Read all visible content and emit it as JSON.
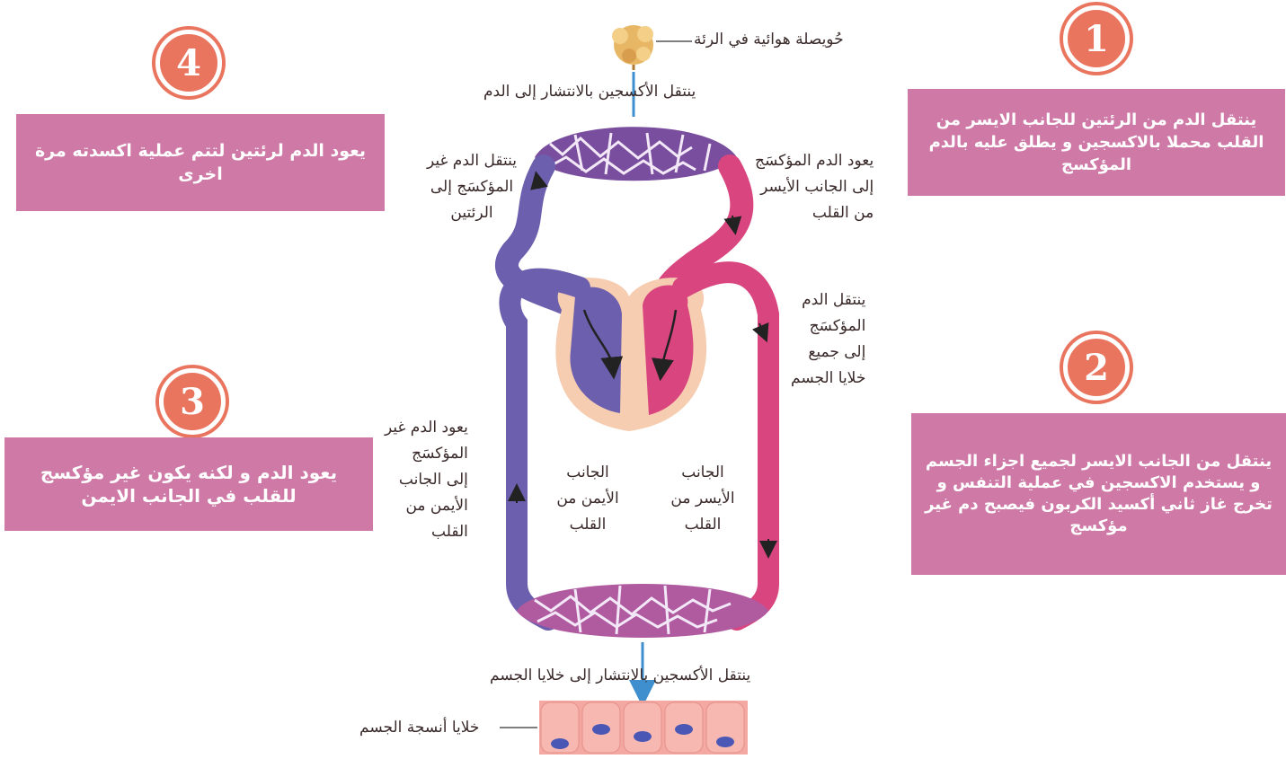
{
  "steps": [
    {
      "number": "1",
      "text": "ينتقل الدم من الرئتين للجانب الايسر من القلب محملا بالاكسجين و يطلق عليه بالدم المؤكسج"
    },
    {
      "number": "2",
      "text": "ينتقل من الجانب الايسر لجميع اجزاء الجسم و يستخدم الاكسجين في عملية التنفس و تخرج غاز ثاني أكسيد الكربون فيصبح دم غير مؤكسج"
    },
    {
      "number": "3",
      "text": "يعود الدم و لكنه يكون غير مؤكسج للقلب في الجانب الايمن"
    },
    {
      "number": "4",
      "text": "يعود الدم لرئتين لتتم عملية اكسدته مرة اخرى"
    }
  ],
  "diagram": {
    "alveolus": "حُويصلة هوائية في الرئة",
    "oxygen_to_blood": "ينتقل الأكسجين بالانتشار إلى الدم",
    "deoxy_to_lungs": [
      "ينتقل الدم غير",
      "المؤكسَج إلى",
      "الرئتين"
    ],
    "oxy_to_left_heart": [
      "يعود الدم المؤكسَج",
      "إلى الجانب الأيسر",
      "من القلب"
    ],
    "oxy_to_body": [
      "ينتقل الدم",
      "المؤكسَج",
      "إلى جميع",
      "خلايا الجسم"
    ],
    "deoxy_to_right_heart": [
      "يعود الدم غير",
      "المؤكسَج",
      "إلى الجانب",
      "الأيمن من",
      "القلب"
    ],
    "right_side": [
      "الجانب",
      "الأيمن من",
      "القلب"
    ],
    "left_side": [
      "الجانب",
      "الأيسر من",
      "القلب"
    ],
    "oxygen_to_cells": "ينتقل الأكسجين بالانتشار إلى خلايا الجسم",
    "tissue_cells": "خلايا أنسجة الجسم"
  },
  "colors": {
    "box": "#cf79a6",
    "badge": "#e9755f",
    "oxygenated": "#d9457f",
    "deoxygenated": "#6c5fae",
    "heart_bg": "#f6cdb0"
  }
}
